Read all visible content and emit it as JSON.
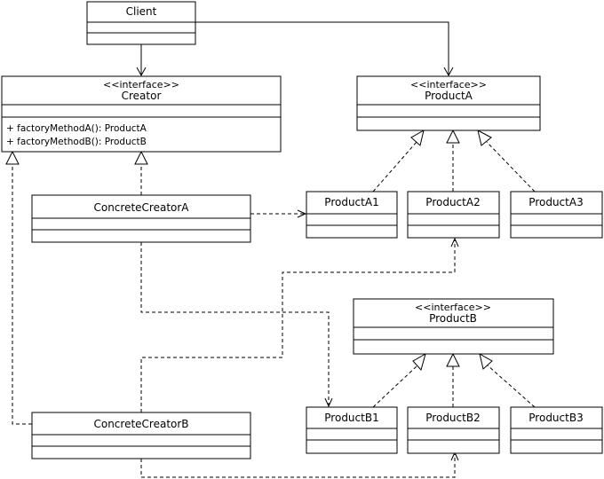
{
  "classes": {
    "client": {
      "name": "Client"
    },
    "creator": {
      "stereotype": "<<interface>>",
      "name": "Creator",
      "methods": [
        "+ factoryMethodA(): ProductA",
        "+ factoryMethodB(): ProductB"
      ]
    },
    "concrete_creator_a": {
      "name": "ConcreteCreatorA"
    },
    "concrete_creator_b": {
      "name": "ConcreteCreatorB"
    },
    "product_a": {
      "stereotype": "<<interface>>",
      "name": "ProductA"
    },
    "product_a1": {
      "name": "ProductA1"
    },
    "product_a2": {
      "name": "ProductA2"
    },
    "product_a3": {
      "name": "ProductA3"
    },
    "product_b": {
      "stereotype": "<<interface>>",
      "name": "ProductB"
    },
    "product_b1": {
      "name": "ProductB1"
    },
    "product_b2": {
      "name": "ProductB2"
    },
    "product_b3": {
      "name": "ProductB3"
    }
  }
}
